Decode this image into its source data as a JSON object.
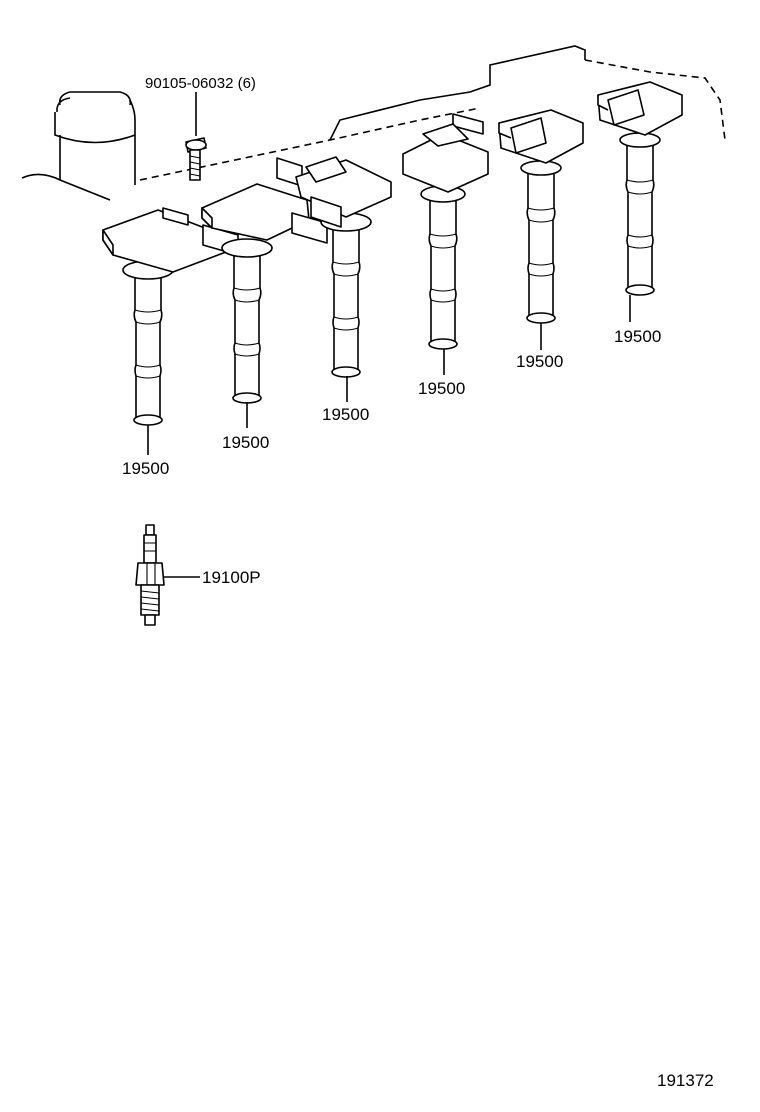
{
  "callouts": {
    "bolt": "90105-06032 (6)",
    "coil_1": "19500",
    "coil_2": "19500",
    "coil_3": "19500",
    "coil_4": "19500",
    "coil_5": "19500",
    "coil_6": "19500",
    "spark_plug": "19100P"
  },
  "figure_id": "191372",
  "parts": {
    "bolt_icon": "bolt-icon",
    "coil_icon": "ignition-coil-icon",
    "plug_icon": "spark-plug-icon",
    "engine_icon": "cylinder-head-outline-icon"
  },
  "colors": {
    "line": "#000000",
    "background": "#ffffff"
  }
}
